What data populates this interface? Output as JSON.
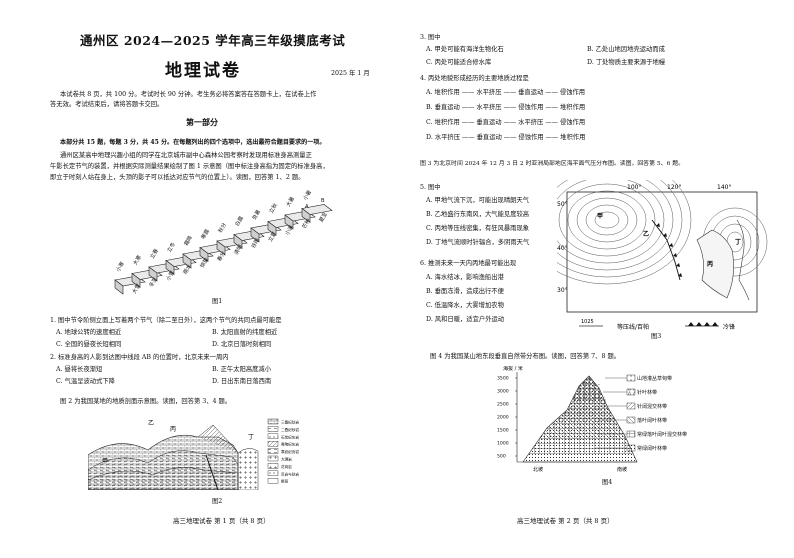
{
  "left": {
    "exam_title": "通州区 2024—2025 学年高三年级摸底考试",
    "subject_title": "地理试卷",
    "date": "2025 年 1 月",
    "notice_1": "本试卷共 8 页，共 100 分。考试时长 90 分钟。考生务必将答案答在答题卡上，在试卷上作",
    "notice_2": "答无效。考试结束后，请将答题卡交回。",
    "part_one": "第一部分",
    "instructions": "本部分共 15 题，每题 3 分，共 45 分。在每题列出的四个选项中，选出最符合题目要求的一项。",
    "intro_1": "通州区某高中地理兴趣小组的同学在北京城市副中心森林公园考察时发现用标准身高测量正",
    "intro_2": "午影长定节气的装置，并根据实际测量结果绘制了图 1 示意图（图中标注身高指为固定的标准身高，",
    "intro_3": "即立于时刻人站在身上，头顶的影子可以抵达对应节气的位置上）。读图，回答第 1、2 题。",
    "fig1_labels": [
      "小寒",
      "大雪",
      "大寒",
      "冬至",
      "立春",
      "小雪",
      "立冬",
      "雨水",
      "霜降",
      "惊蛰",
      "寒露",
      "春分",
      "秋分",
      "清明",
      "白露",
      "谷雨",
      "处暑",
      "立夏",
      "立秋",
      "小满",
      "大暑",
      "芒种",
      "小暑",
      "夏至",
      "A",
      "B"
    ],
    "fig1_caption": "图1",
    "q1": "1. 图中节令阶侧立面上写着两个节气（除二至日外），这两个节气的共同点最可能是",
    "q1_a": "A. 地球公转的速度相近",
    "q1_b": "B. 太阳直射的纬度相近",
    "q1_c": "C. 全国的昼夜长短相同",
    "q1_d": "D. 北京日落时刻相同",
    "q2": "2. 标准身高的人影到达图中线段 AB 的位置时，北京未来一周内",
    "q2_a": "A. 昼将长夜渐短",
    "q2_b": "B. 正午太阳高度减小",
    "q2_c": "C. 气温呈波动式下降",
    "q2_d": "D. 日出东南日落西南",
    "fig2_intro": "图 2 为我国某地的地质剖面示意图。读图，回答第 3、4 题。",
    "fig2_labels": [
      "乙",
      "丙",
      "丁",
      "甲"
    ],
    "fig2_legend": [
      "三叠纪砂岩",
      "二叠纪砂岩",
      "石炭纪灰岩",
      "奥陶纪灰岩",
      "寒武纪页岩",
      "大理岩",
      "花岗岩",
      "页岩与砂岩",
      "断层"
    ],
    "fig2_caption": "图2",
    "footer": "高三地理试卷    第 1 页（共 8 页）"
  },
  "right": {
    "q3": "3. 图中",
    "q3_a": "A. 甲处可能有海洋生物化石",
    "q3_b": "B. 乙处山地因地壳运动而成",
    "q3_c": "C. 丙处可能适合修水库",
    "q3_d": "D. 丁处物质主要来源于地幔",
    "q4": "4. 丙处地貌形成经历的主要地质过程是",
    "q4_a": "A. 堆积作用 —— 水平挤压 —— 垂直运动 —— 侵蚀作用",
    "q4_b": "B. 垂直运动 —— 水平挤压 —— 侵蚀作用 —— 堆积作用",
    "q4_c": "C. 堆积作用 —— 垂直运动 —— 水平挤压 —— 侵蚀作用",
    "q4_d": "D. 水平挤压 —— 垂直运动 —— 侵蚀作用 —— 堆积作用",
    "fig3_intro": "图 3 为北京时间 2024 年 12 月 3 日 2 时亚洲局部地区海平面气压分布图。读图，回答第 5、6 题。",
    "q5": "5. 图中",
    "q5_a": "A. 甲地气流下沉，可能出现晴朗天气",
    "q5_b": "B. 乙地盛行东南风，大气能见度较高",
    "q5_c": "C. 丙地等压线密集，有狂风暴雨现象",
    "q5_d": "D. 丁地气流顺时针辐合，多阴雨天气",
    "q6": "6. 推测未来一天内丙地最可能出现",
    "q6_a": "A. 海水结冰，影响渔船出港",
    "q6_b": "B. 垂面冻滑，造成出行不便",
    "q6_c": "C. 低温降水，大雾增加农物",
    "q6_d": "D. 风和日暖，适宜户外运动",
    "fig3_top_lon": [
      "100°",
      "120°",
      "140°"
    ],
    "fig3_lat": [
      "50°",
      "40°",
      "30°"
    ],
    "fig3_places": [
      "甲",
      "乙",
      "丙",
      "丁"
    ],
    "fig3_legend_isobar": "等压线/百帕",
    "fig3_legend_1025": "1025",
    "fig3_legend_front": "冷锋",
    "fig3_caption": "图3",
    "fig4_intro": "图 4 为我国某山地东段垂直自然带分布图。读图，回答第 7、8 题。",
    "fig4_ylabel": "海拔 / 米",
    "fig4_yticks": [
      "3500",
      "3000",
      "2500",
      "2000",
      "1500",
      "1000",
      "500"
    ],
    "fig4_zones": [
      "山地灌丛草甸带",
      "针叶林带",
      "针阔混交林带",
      "落叶阔叶林带",
      "常绿落叶阔叶混交林带",
      "常绿阔叶林带"
    ],
    "fig4_xlabels": [
      "北坡",
      "南坡"
    ],
    "fig4_caption": "图4",
    "footer": "高三地理试卷    第 2 页（共 8 页）"
  }
}
